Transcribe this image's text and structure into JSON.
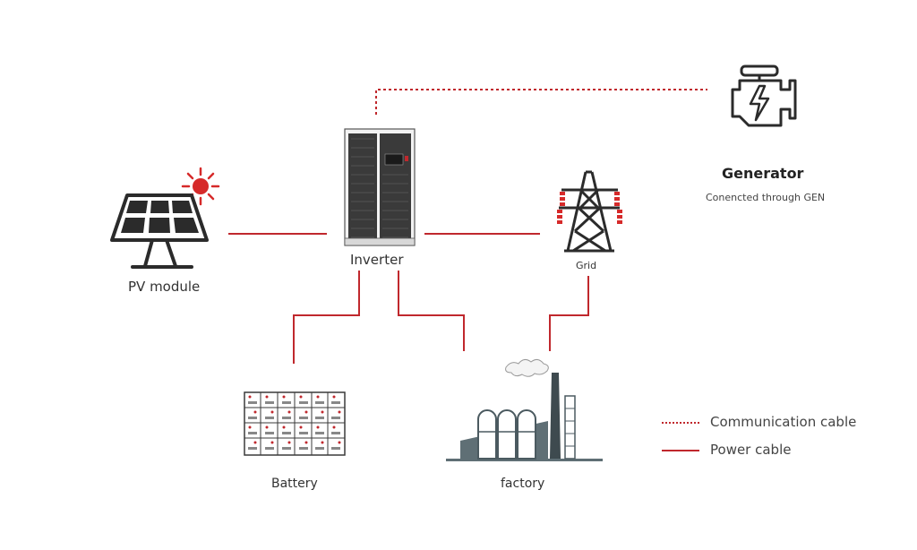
{
  "nodes": {
    "pv": {
      "label": "PV module"
    },
    "inverter": {
      "label": "Inverter"
    },
    "grid": {
      "label": "Grid"
    },
    "generator": {
      "label": "Generator",
      "sublabel": "Conencted through GEN"
    },
    "battery": {
      "label": "Battery"
    },
    "factory": {
      "label": "factory"
    }
  },
  "legend": {
    "communication": "Communication cable",
    "power": "Power cable"
  },
  "colors": {
    "cable": "#c0282d",
    "icon_dark": "#2b2b2b",
    "factory_fill": "#5f6f75"
  },
  "icons": {
    "pv": "solar-panel-icon",
    "inverter": "inverter-cabinet-icon",
    "grid": "transmission-tower-icon",
    "generator": "generator-engine-icon",
    "battery": "battery-rack-icon",
    "factory": "factory-icon"
  }
}
